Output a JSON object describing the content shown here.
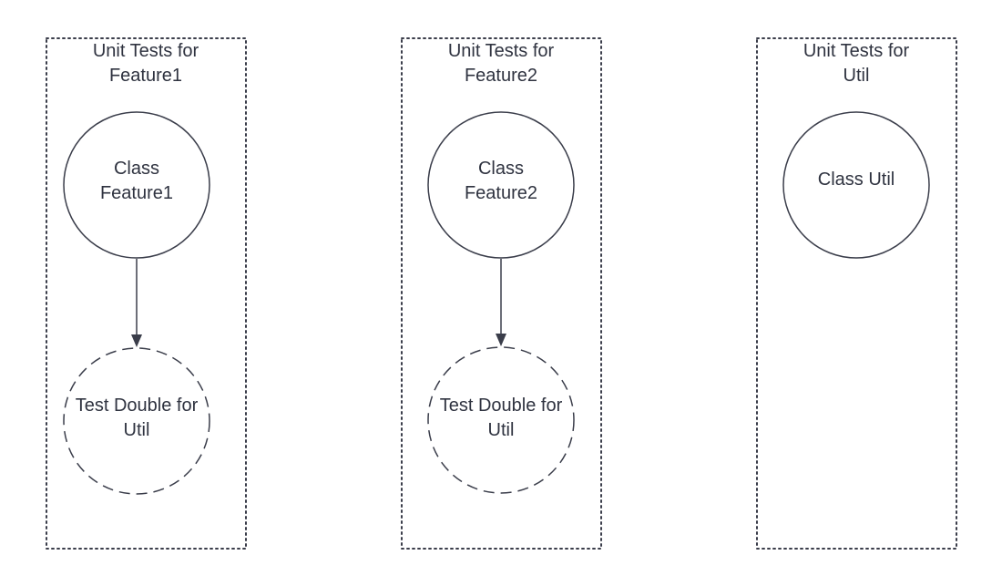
{
  "colors": {
    "stroke": "#3a3d4a",
    "text": "#2f3340",
    "background": "#ffffff"
  },
  "containers": [
    {
      "title_line1": "Unit Tests for",
      "title_line2": "Feature1",
      "class_node": {
        "line1": "Class",
        "line2": "Feature1"
      },
      "double_node": {
        "line1": "Test Double for",
        "line2": "Util"
      }
    },
    {
      "title_line1": "Unit Tests for",
      "title_line2": "Feature2",
      "class_node": {
        "line1": "Class",
        "line2": "Feature2"
      },
      "double_node": {
        "line1": "Test Double for",
        "line2": "Util"
      }
    },
    {
      "title_line1": "Unit Tests for",
      "title_line2": "Util",
      "class_node": {
        "line1": "Class Util"
      }
    }
  ]
}
